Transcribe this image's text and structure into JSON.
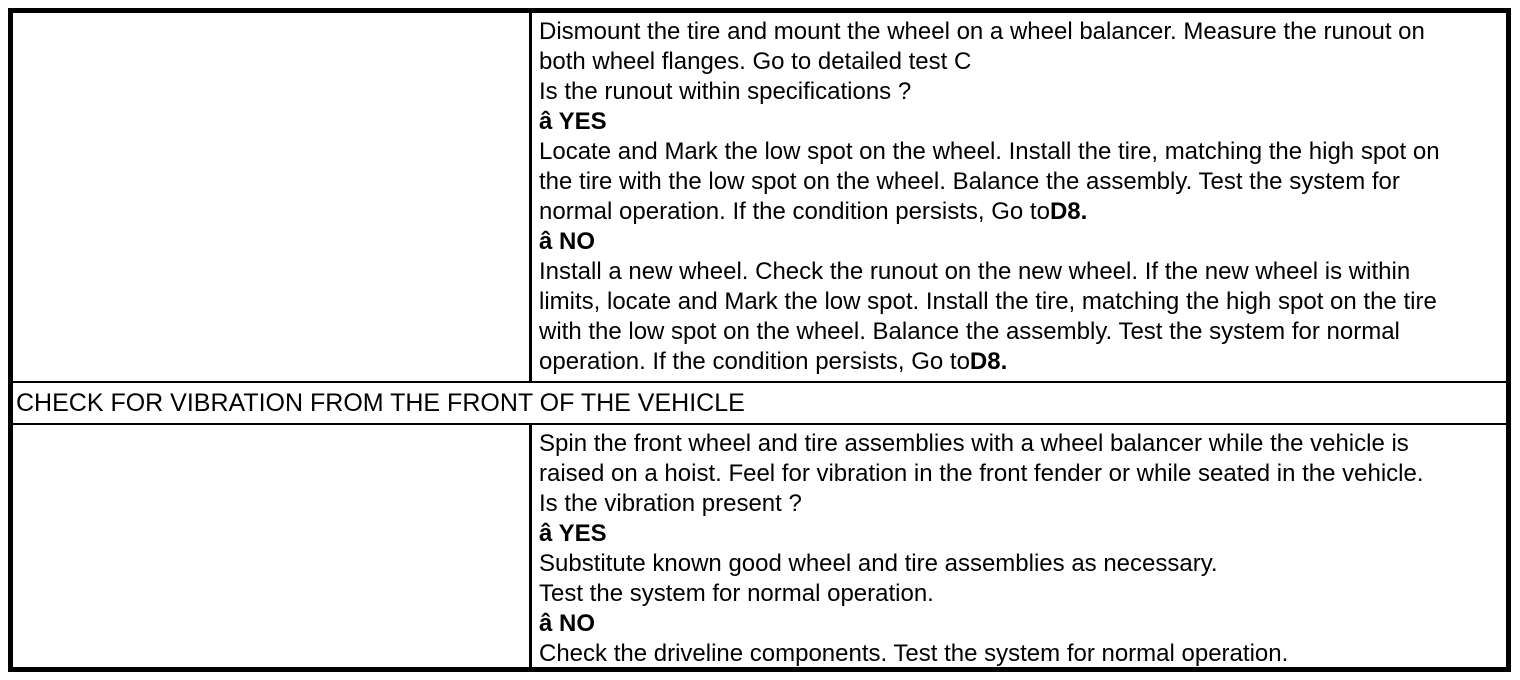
{
  "table": {
    "background": "#ffffff",
    "border_color": "#000000",
    "rows": [
      {
        "kind": "procedure",
        "left_cell": "",
        "lines": [
          [
            {
              "t": "Dismount the tire and mount the wheel on a wheel balancer. Measure the runout on",
              "b": false
            }
          ],
          [
            {
              "t": "both wheel flanges. Go to detailed test C",
              "b": false
            }
          ],
          [
            {
              "t": "Is the runout within specifications ?",
              "b": false
            }
          ],
          [
            {
              "t": "â YES",
              "b": true
            }
          ],
          [
            {
              "t": "Locate and Mark the low spot on the wheel. Install the tire, matching the high spot on",
              "b": false
            }
          ],
          [
            {
              "t": "the tire with the low spot on the wheel. Balance the assembly. Test the system for",
              "b": false
            }
          ],
          [
            {
              "t": "normal operation. If the condition persists, Go to",
              "b": false
            },
            {
              "t": "D8.",
              "b": true
            }
          ],
          [
            {
              "t": "â NO",
              "b": true
            }
          ],
          [
            {
              "t": "Install a new wheel. Check the runout on the new wheel. If the new wheel is within",
              "b": false
            }
          ],
          [
            {
              "t": "limits, locate and Mark the low spot. Install the tire, matching the high spot on the tire",
              "b": false
            }
          ],
          [
            {
              "t": "with the low spot on the wheel. Balance the assembly. Test the system for normal",
              "b": false
            }
          ],
          [
            {
              "t": "operation. If the condition persists, Go to",
              "b": false
            },
            {
              "t": "D8.",
              "b": true
            }
          ]
        ]
      },
      {
        "kind": "section",
        "title": "CHECK FOR VIBRATION FROM THE FRONT OF THE VEHICLE"
      },
      {
        "kind": "procedure",
        "left_cell": "",
        "lines": [
          [
            {
              "t": "Spin the front wheel and tire assemblies with a wheel balancer while the vehicle is",
              "b": false
            }
          ],
          [
            {
              "t": "raised on a hoist. Feel for vibration in the front fender or while seated in the vehicle.",
              "b": false
            }
          ],
          [
            {
              "t": "Is the vibration present ?",
              "b": false
            }
          ],
          [
            {
              "t": "â YES",
              "b": true
            }
          ],
          [
            {
              "t": "Substitute known good wheel and tire assemblies as necessary.",
              "b": false
            }
          ],
          [
            {
              "t": "Test the system for normal operation.",
              "b": false
            }
          ],
          [
            {
              "t": "â NO",
              "b": true
            }
          ],
          [
            {
              "t": "Check the driveline components. Test the system for normal operation.",
              "b": false
            }
          ]
        ]
      }
    ]
  }
}
